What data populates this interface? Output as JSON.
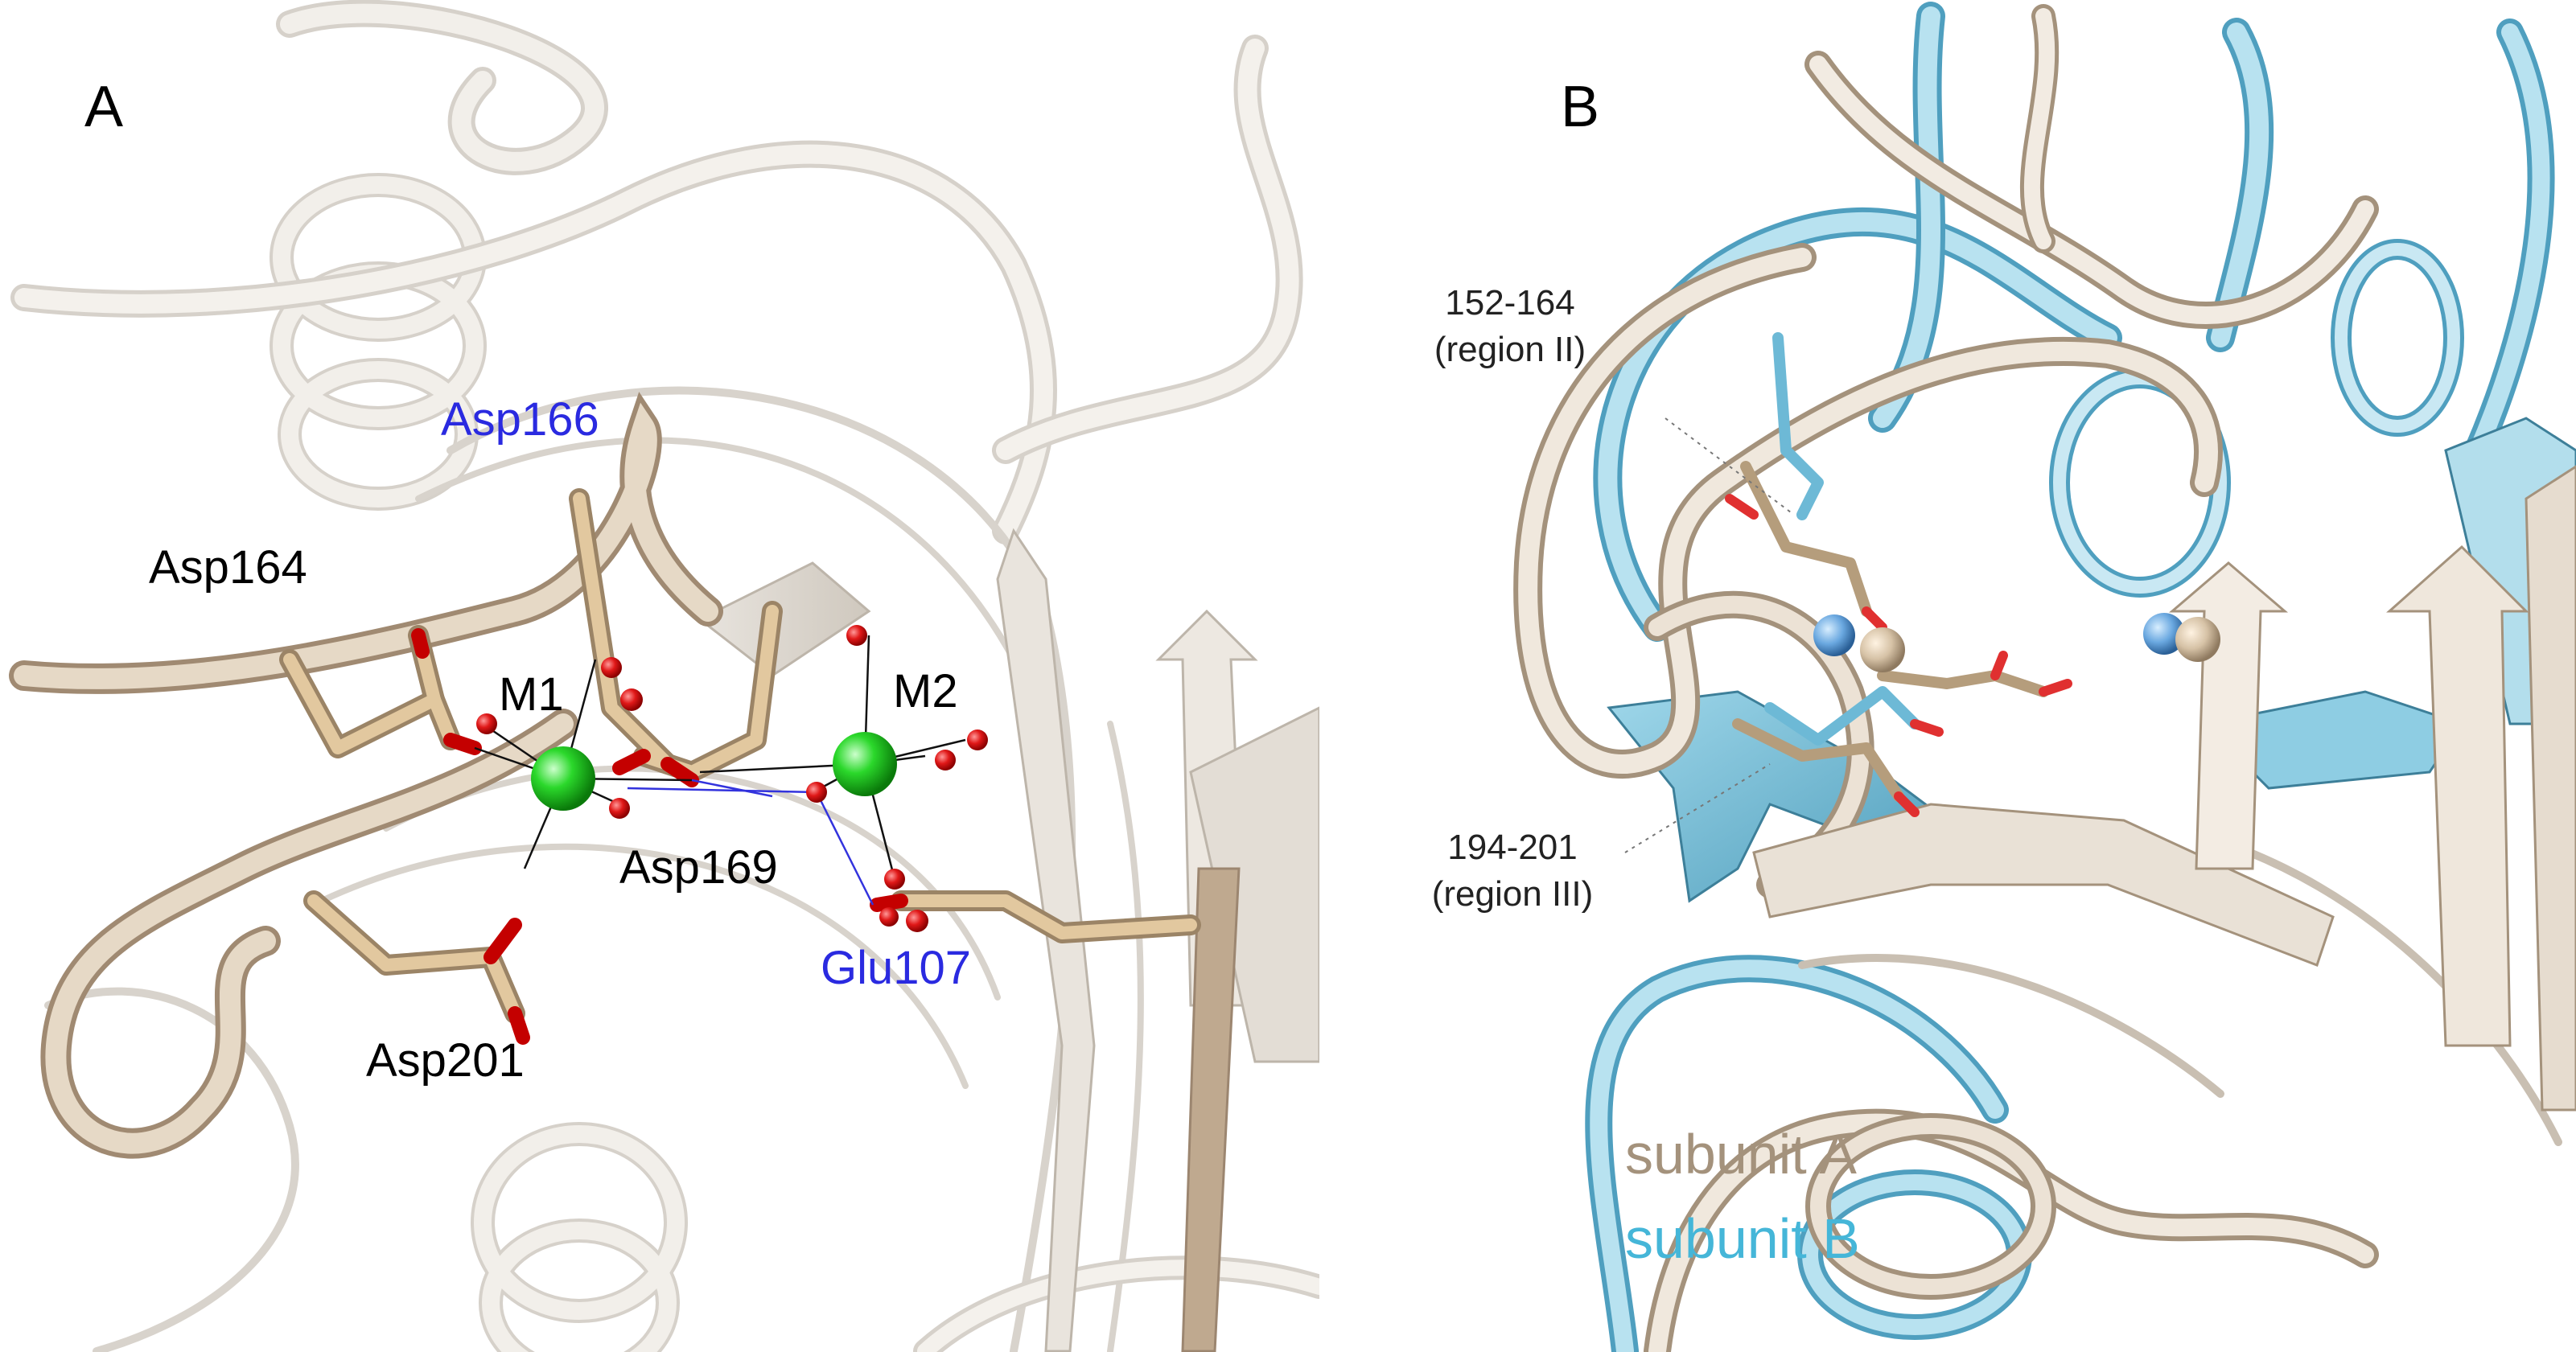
{
  "panel_a": {
    "letter": "A",
    "labels": {
      "asp166": "Asp166",
      "asp164": "Asp164",
      "m1": "M1",
      "m2": "M2",
      "asp169": "Asp169",
      "glu107": "Glu107",
      "asp201": "Asp201"
    }
  },
  "panel_b": {
    "letter": "B",
    "regions": {
      "r2_range": "152-164",
      "r2_name": "(region II)",
      "r3_range": "194-201",
      "r3_name": "(region III)"
    },
    "legend": {
      "subunit_a": "subunit A",
      "subunit_b": "subunit B"
    }
  },
  "colors": {
    "ribbon_light": "#ece8e2",
    "ribbon_tan": "#c9b29a",
    "stick_tan": "#d9b98d",
    "subunit_a": "#a4927c",
    "subunit_b": "#45b6d8",
    "metal": "#22cc22",
    "oxygen": "#e01818",
    "blue_label": "#2a2ae0"
  }
}
